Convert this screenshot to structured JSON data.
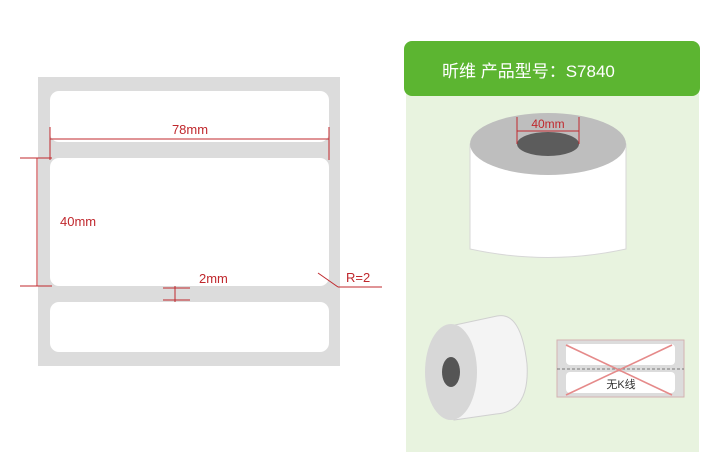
{
  "label_diagram": {
    "width_label": "78mm",
    "height_label": "40mm",
    "gap_label": "2mm",
    "corner_label": "R=2",
    "colors": {
      "panel": "#dcdcdc",
      "label": "#ffffff",
      "dimension": "#c0282d"
    }
  },
  "product_panel": {
    "header": "昕维 产品型号：S7840",
    "core_label": "40mm",
    "no_k_line_label": "无K线",
    "colors": {
      "header": "#5cb531",
      "background": "#e8f3df",
      "cross": "#e58a8a"
    }
  }
}
